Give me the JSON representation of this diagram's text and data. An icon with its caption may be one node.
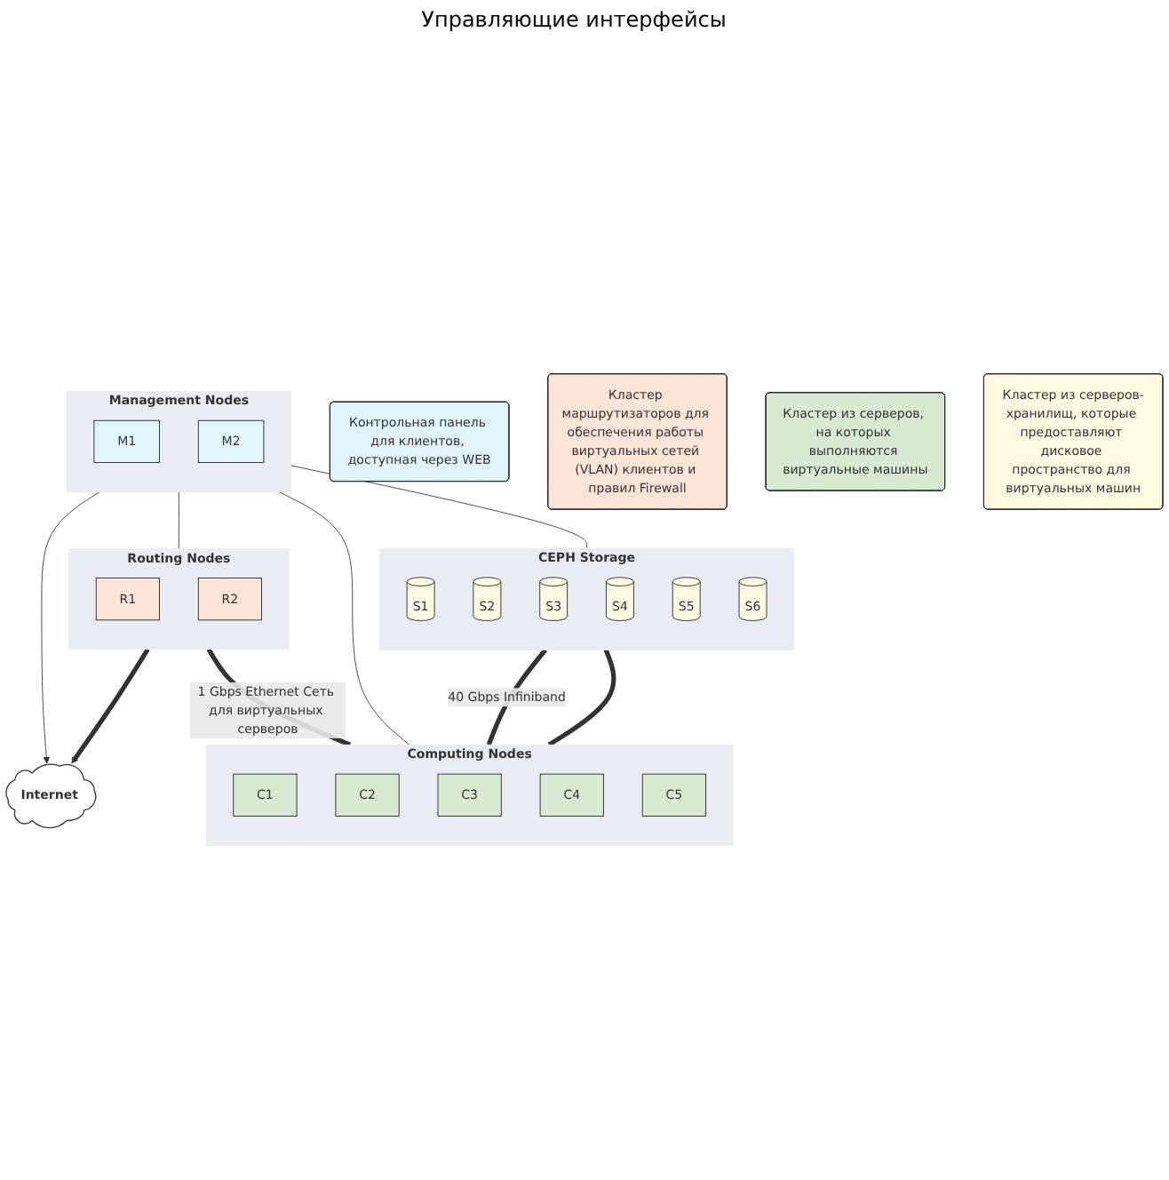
{
  "diagram": {
    "nodes": [
      {
        "text": [
          "Internet"
        ]
      },
      {
        "text": [
          "Контрольная панель для клиентов, доступная через WEB"
        ]
      },
      {
        "text": [
          "Management Nodes"
        ]
      },
      {
        "text": [
          "M1"
        ],
        "in": 2
      },
      {
        "text": [
          "M2"
        ],
        "in": 2
      },
      {
        "text": [
          "Кластер маршрутизаторов для обеспечения работы виртуальных сетей (VLAN) клиентов и правил Firewall"
        ]
      },
      {
        "text": [
          "Routing Nodes"
        ]
      },
      {
        "text": [
          "R1"
        ],
        "in": 6
      },
      {
        "text": [
          "R2"
        ],
        "in": 6
      },
      {
        "text": [
          "Кластер из серверов, на которых выполняются виртуальные машины"
        ]
      },
      {
        "text": [
          "Кластер из серверов-хранилищ, которые предоставляют дисковое пространство для виртуальных машин"
        ]
      },
      {
        "text": [
          "Computing Nodes"
        ]
      },
      {
        "text": [
          "C1"
        ],
        "in": 11
      },
      {
        "text": [
          "C2"
        ],
        "in": 11
      },
      {
        "text": [
          "C3"
        ],
        "in": 11
      },
      {
        "text": [
          "C4"
        ],
        "in": 11
      },
      {
        "text": [
          "C5"
        ],
        "in": 11
      },
      {
        "text": [
          "CEPH Storage"
        ]
      },
      {
        "text": [
          "S1"
        ],
        "in": 17
      },
      {
        "text": [
          "S2"
        ],
        "in": 17
      },
      {
        "text": [
          "S3"
        ],
        "in": 17
      },
      {
        "text": [
          "S4"
        ],
        "in": 17
      },
      {
        "text": [
          "S5"
        ],
        "in": 17
      },
      {
        "text": [
          "S6"
        ],
        "in": 17
      }
    ],
    "edges": [
      {
        "from": 2,
        "to": 0,
        "arrow": "to"
      },
      {
        "from": 6,
        "to": 0,
        "arrow": "to",
        "style": "thick"
      },
      {
        "from": 2,
        "to": 6,
        "arrow": "none"
      },
      {
        "from": 2,
        "to": 11,
        "arrow": "none"
      },
      {
        "from": 2,
        "to": 17,
        "arrow": "none"
      },
      {
        "from": 17,
        "to": 11,
        "arrow": "none",
        "style": "thick",
        "label": "40 Gbps Infiniband"
      },
      {
        "from": 17,
        "to": 11,
        "arrow": "none",
        "style": "thick"
      },
      {
        "from": 6,
        "to": 11,
        "arrow": "none",
        "style": "thick",
        "label": "1 Gbps Ethernet Сеть для виртуальных серверов"
      }
    ],
    "labels": [
      "Управляющие интерфейсы"
    ]
  }
}
